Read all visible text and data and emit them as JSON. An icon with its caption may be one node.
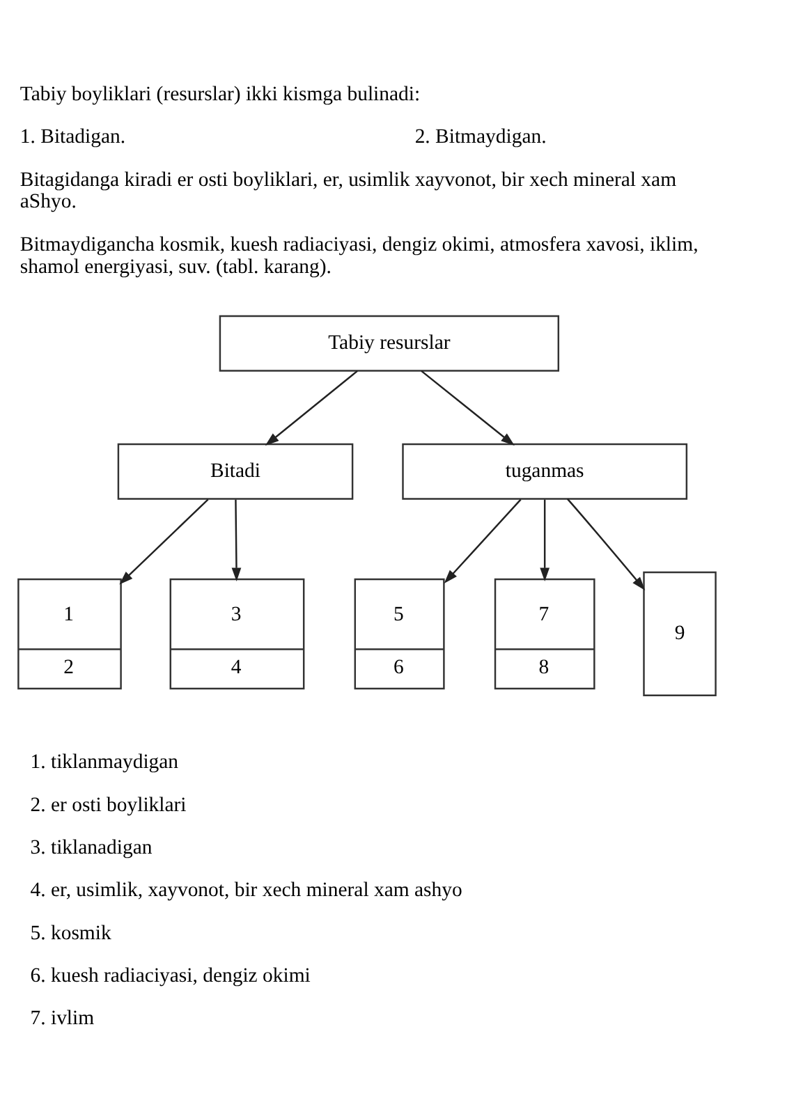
{
  "diagram": {
    "nodes": [
      {
        "text": [
          "Tabiy resurslar"
        ]
      },
      {
        "text": [
          "Bitadi"
        ]
      },
      {
        "text": [
          "tuganmas"
        ]
      },
      {
        "text": [
          "1",
          "2"
        ]
      },
      {
        "text": [
          "3",
          "4"
        ]
      },
      {
        "text": [
          "5",
          "6"
        ]
      },
      {
        "text": [
          "7",
          "8"
        ]
      },
      {
        "text": [
          "9"
        ]
      }
    ],
    "edges": [
      {
        "from": 0,
        "to": 1,
        "arrow": "to"
      },
      {
        "from": 0,
        "to": 2,
        "arrow": "to"
      },
      {
        "from": 1,
        "to": 3,
        "arrow": "to"
      },
      {
        "from": 1,
        "to": 4,
        "arrow": "to"
      },
      {
        "from": 2,
        "to": 5,
        "arrow": "to"
      },
      {
        "from": 2,
        "to": 6,
        "arrow": "to"
      },
      {
        "from": 2,
        "to": 7,
        "arrow": "to"
      }
    ],
    "labels": [
      "Tabiy boyliklari (resurslar) ikki kismga bulinadi:",
      "1. Bitadigan.",
      "2. Bitmaydigan.",
      "Bitagidanga kiradi er osti boyliklari, er, usimlik xayvonot, bir xech mineral xam aShyo.",
      "Bitmaydigancha kosmik, kuesh radiaciyasi, dengiz okimi, atmosfera xavosi, iklim, shamol energiyasi, suv. (tabl. karang).",
      "1. tiklanmaydigan",
      "2. er osti boyliklari",
      "3. tiklanadigan",
      "4. er, usimlik, xayvonot, bir xech mineral xam ashyo",
      "5. kosmik",
      "6. kuesh radiaciyasi, dengiz okimi",
      "7. ivlim"
    ]
  }
}
